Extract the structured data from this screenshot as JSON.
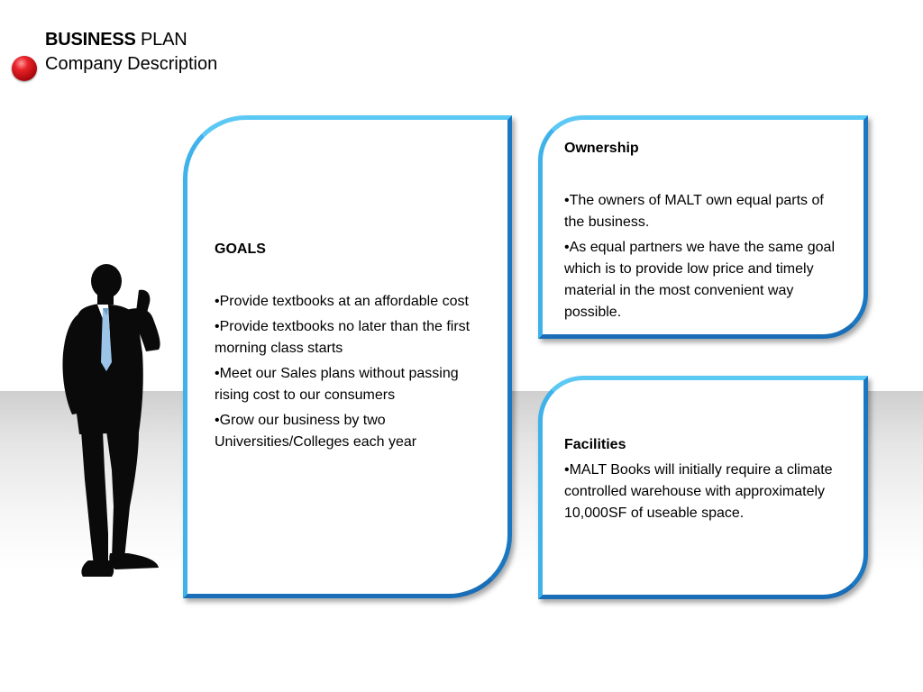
{
  "header": {
    "title_bold": "BUSINESS",
    "title_rest": "PLAN",
    "subtitle": "Company Description"
  },
  "goals": {
    "heading": "GOALS",
    "items": [
      "•Provide textbooks at an affordable cost",
      "•Provide textbooks no later than the first morning class starts",
      "•Meet our Sales plans without passing rising cost to our consumers",
      "•Grow our business by two Universities/Colleges each year"
    ]
  },
  "ownership": {
    "heading": "Ownership",
    "items": [
      "•The owners of MALT own equal parts of the business.",
      "•As equal partners we have the same goal which is to provide low price and timely material in the most convenient way possible."
    ]
  },
  "facilities": {
    "heading": "Facilities",
    "items": [
      "•MALT Books will initially require a climate controlled warehouse with approximately 10,000SF of useable space."
    ]
  },
  "colors": {
    "accent_blue": "#2a9be0",
    "bullet_red": "#e8232a"
  }
}
